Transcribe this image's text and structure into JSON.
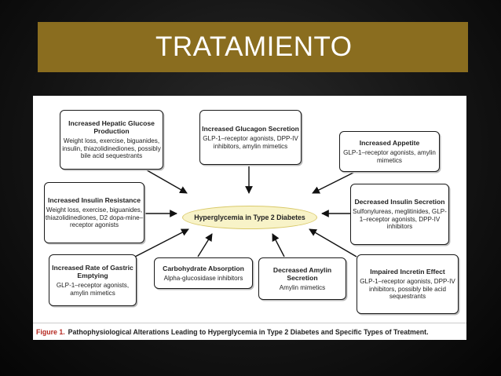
{
  "slide": {
    "title": "TRATAMIENTO"
  },
  "diagram": {
    "center": "Hyperglycemia in Type 2 Diabetes",
    "boxes": {
      "hepatic": {
        "title": "Increased Hepatic Glucose Production",
        "body": "Weight loss, exercise, biguanides, insulin, thiazolidinediones, possibly bile acid sequestrants"
      },
      "glucagon": {
        "title": "Increased Glucagon Secretion",
        "body": "GLP-1–receptor agonists, DPP-IV inhibitors, amylin mimetics"
      },
      "appetite": {
        "title": "Increased Appetite",
        "body": "GLP-1–receptor agonists, amylin mimetics"
      },
      "insulin_resistance": {
        "title": "Increased Insulin Resistance",
        "body": "Weight loss, exercise, biguanides, thiazolidinediones, D2 dopa-mine–receptor agonists"
      },
      "insulin_secretion": {
        "title": "Decreased Insulin Secretion",
        "body": "Sulfonylureas, meglitinides, GLP-1–receptor agonists, DPP-IV inhibitors"
      },
      "gastric": {
        "title": "Increased Rate of Gastric Emptying",
        "body": "GLP-1–receptor agonists, amylin mimetics"
      },
      "carb": {
        "title": "Carbohydrate Absorption",
        "body": "Alpha-glucosidase inhibitors"
      },
      "amylin": {
        "title": "Decreased Amylin Secretion",
        "body": "Amylin mimetics"
      },
      "incretin": {
        "title": "Impaired Incretin Effect",
        "body": "GLP-1–receptor agonists, DPP-IV inhibitors, possibly bile acid sequestrants"
      }
    },
    "caption_label": "Figure 1.",
    "caption_text": "Pathophysiological Alterations Leading to Hyperglycemia in Type 2 Diabetes and Specific Types of Treatment."
  }
}
